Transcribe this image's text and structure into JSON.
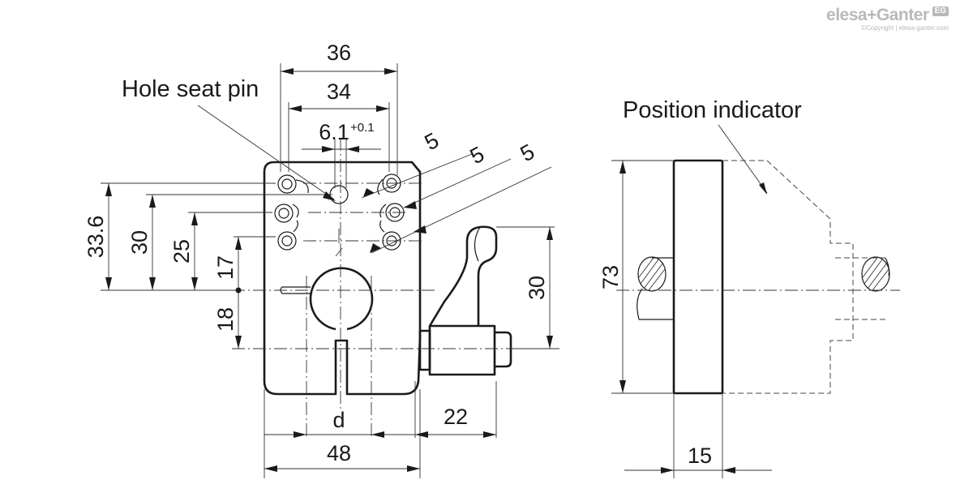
{
  "labels": {
    "hole_seat_pin": "Hole seat pin",
    "position_indicator": "Position indicator"
  },
  "dimensions": {
    "d36": "36",
    "d34": "34",
    "d6_1": "6.1",
    "d6_1_tol": "+0.1",
    "d5a": "5",
    "d5b": "5",
    "d5c": "5",
    "d33_6": "33.6",
    "d30_left": "30",
    "d25": "25",
    "d17": "17",
    "d18": "18",
    "d30_right": "30",
    "d22": "22",
    "d48": "48",
    "d_label": "d",
    "d73": "73",
    "d15": "15"
  },
  "logo": {
    "brand": "elesa+Ganter",
    "badge": "EG",
    "copyright": "©Copyright | elesa-ganter.com"
  },
  "colors": {
    "line": "#1a1a1a",
    "logo_grey": "#b9b9b9"
  }
}
